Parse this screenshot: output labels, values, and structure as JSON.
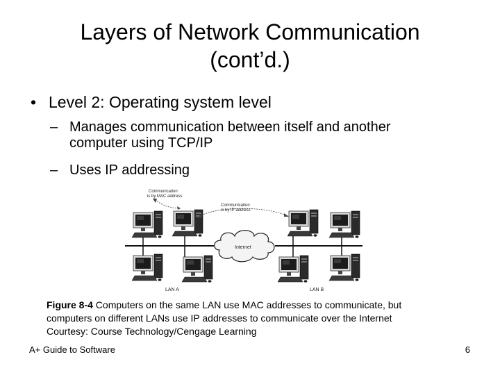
{
  "slide": {
    "title_line1": "Layers of Network Communication",
    "title_line2": "(cont’d.)"
  },
  "bullets": {
    "main_mark": "•",
    "main": "Level 2: Operating system level",
    "sub_mark": "–",
    "sub1_line1": "Manages communication between itself and another",
    "sub1_line2": "computer using TCP/IP",
    "sub2": "Uses IP addressing"
  },
  "figure": {
    "label_mac_1": "Communication",
    "label_mac_2": "is by MAC address",
    "label_ip_1": "Communication",
    "label_ip_2": "is by IP address",
    "label_internet": "Internet",
    "label_lan_a": "LAN A",
    "label_lan_b": "LAN B"
  },
  "caption": {
    "figure_ref": "Figure 8-4",
    "line1": " Computers on the same LAN use MAC addresses to communicate, but",
    "line2": "computers on different LANs use IP addresses to communicate over the Internet",
    "line3": "Courtesy: Course Technology/Cengage Learning"
  },
  "footer": {
    "left": "A+ Guide to Software",
    "page_number": "6"
  }
}
